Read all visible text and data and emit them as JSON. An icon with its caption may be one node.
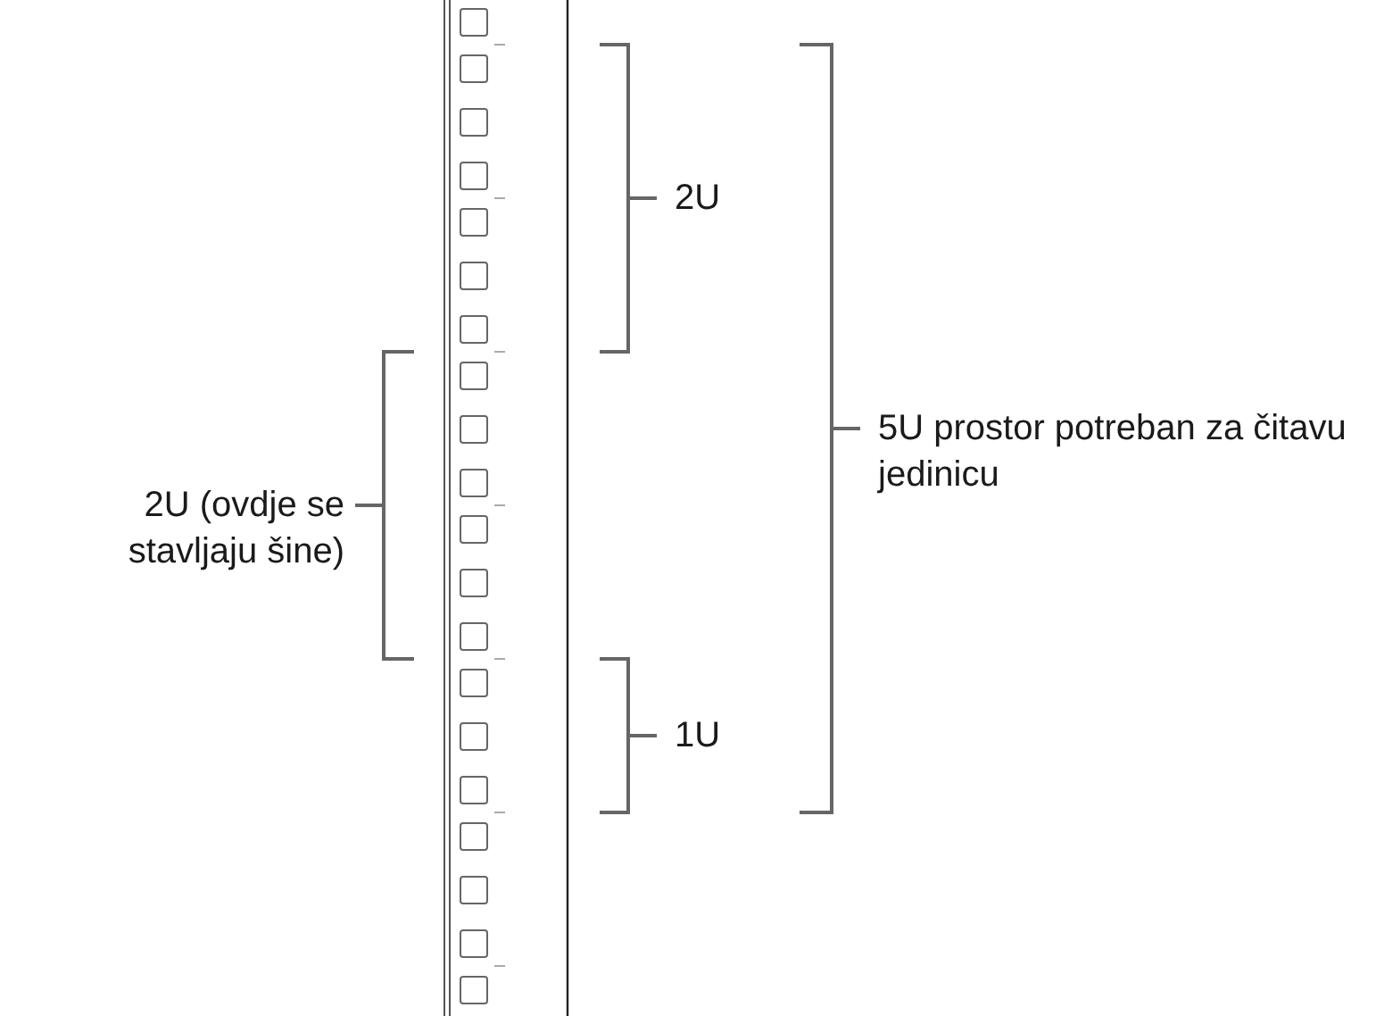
{
  "diagram": {
    "labels": [
      "2U",
      "5U prostor potreban za čitavu jedinicu",
      "2U (ovdje se stavljaju šine)",
      "1U"
    ]
  }
}
